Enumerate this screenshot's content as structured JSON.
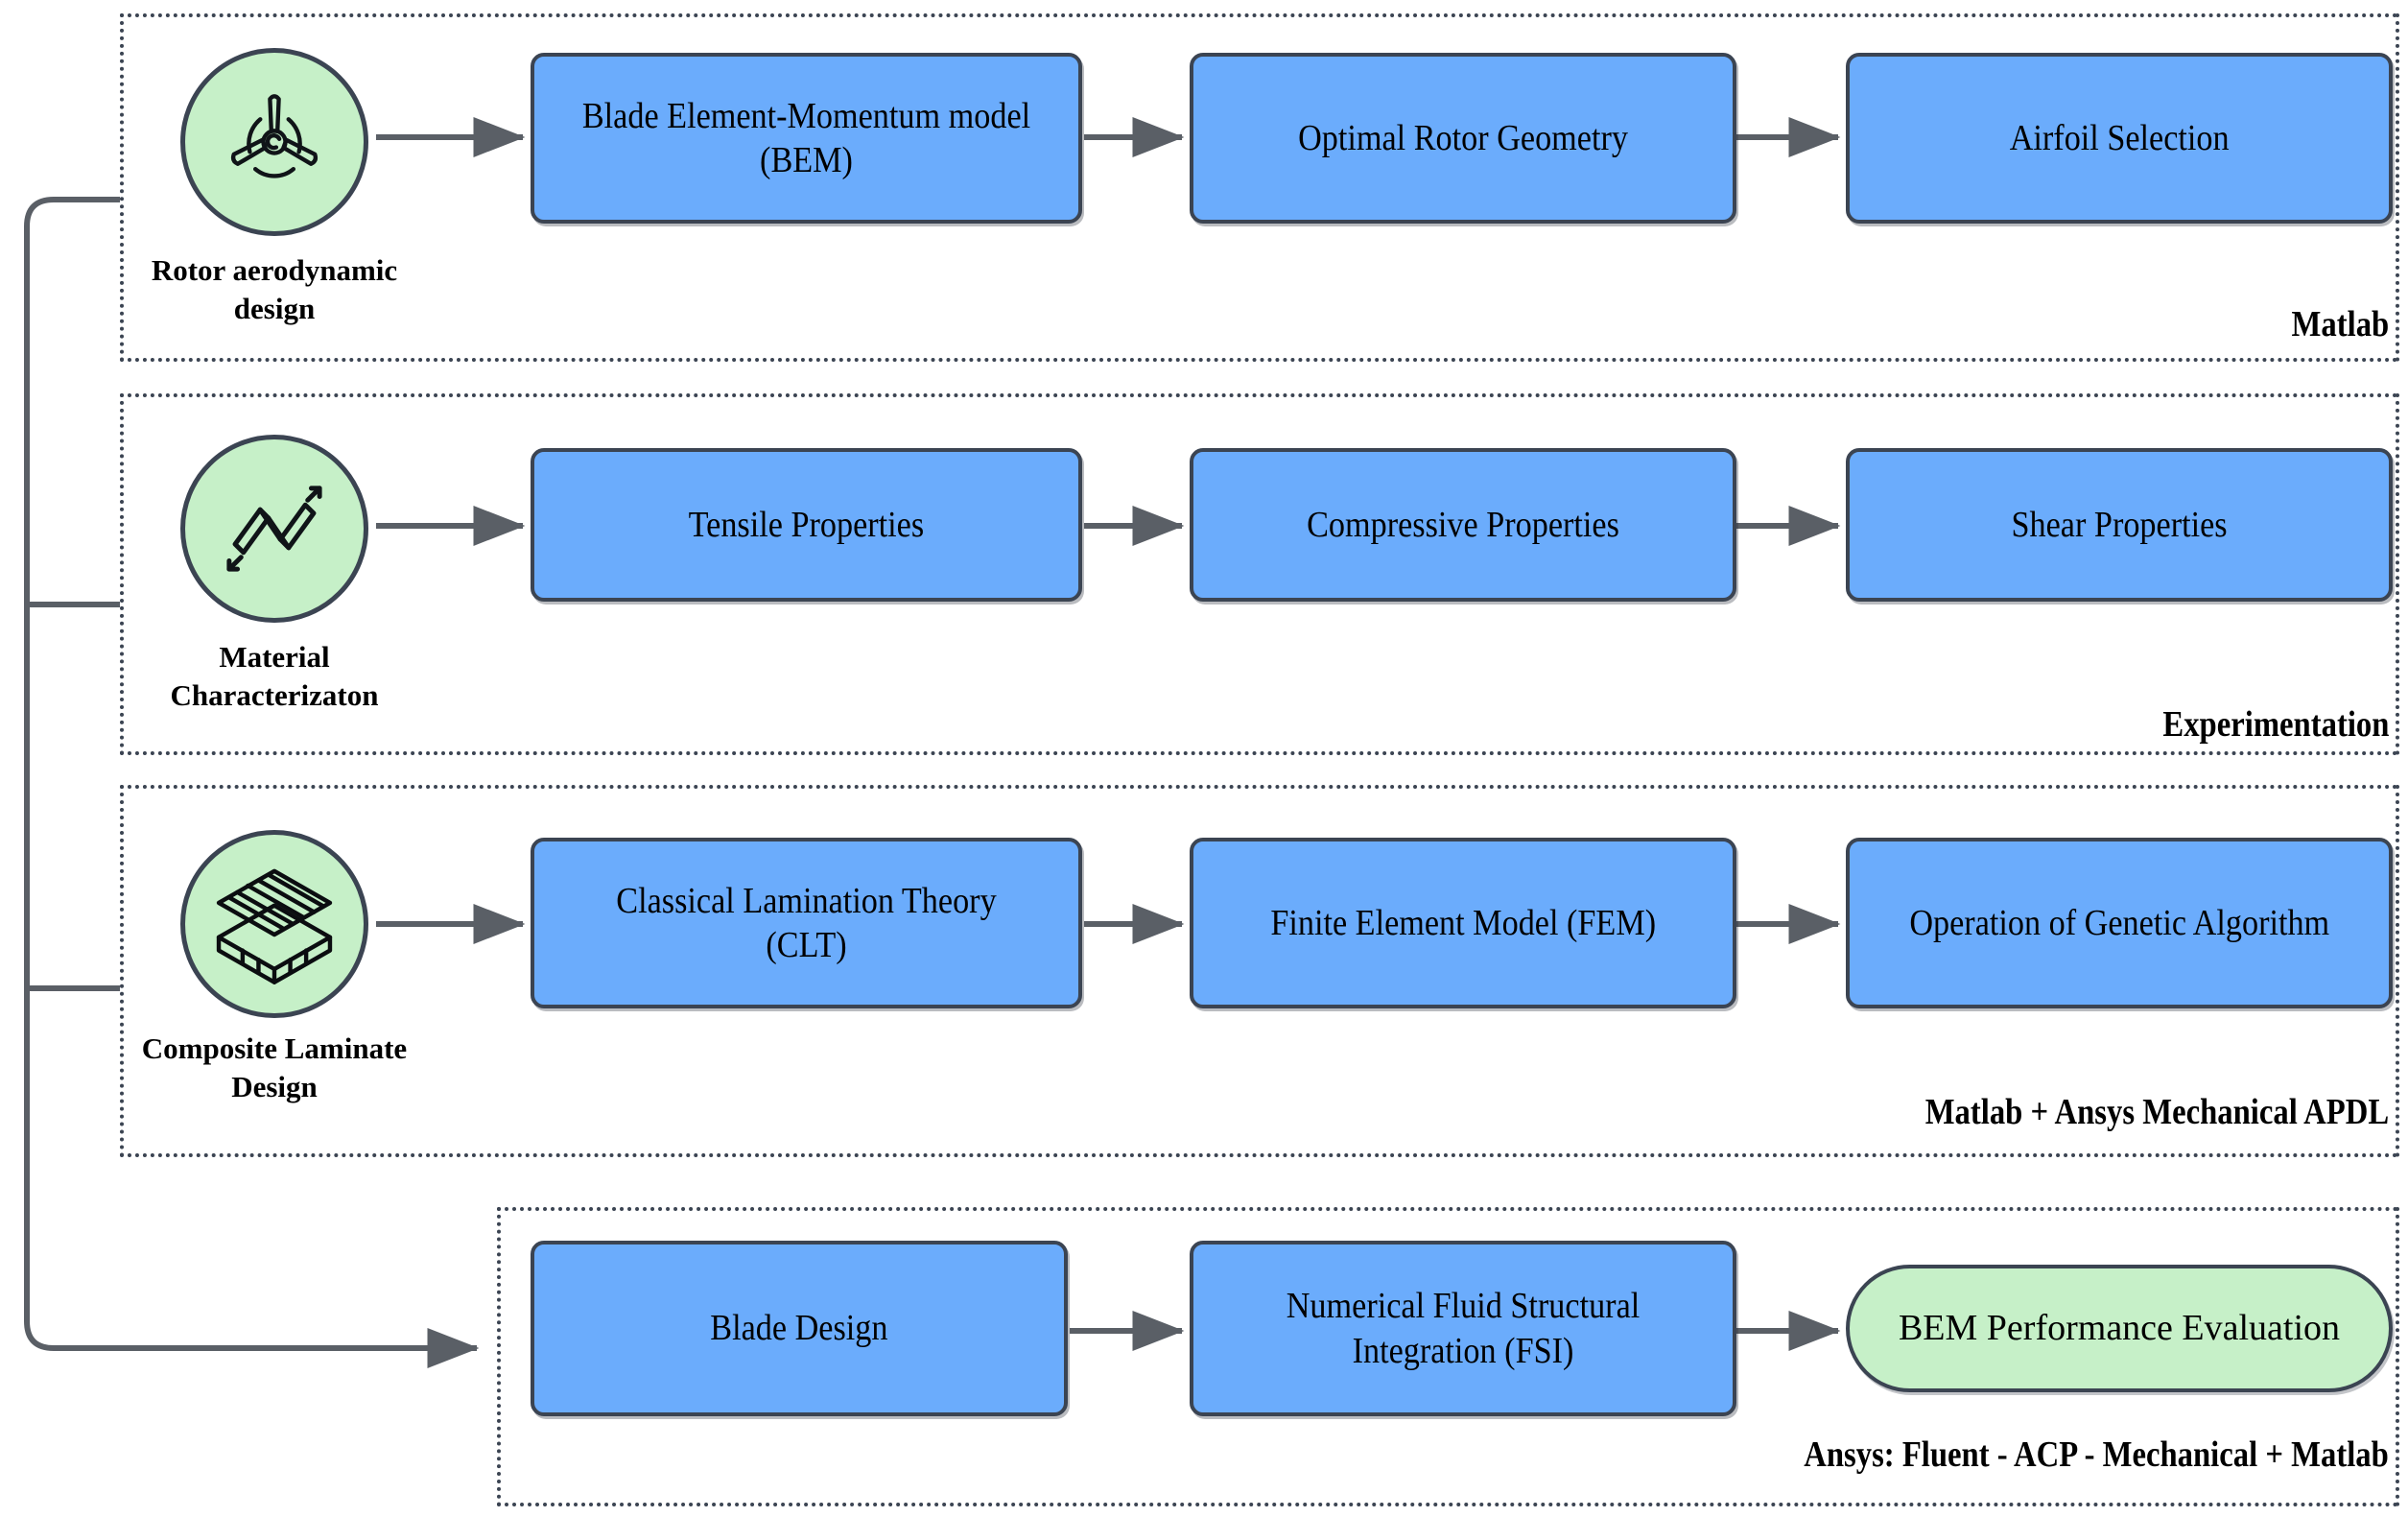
{
  "diagram": {
    "title": "Wind turbine blade design methodology flowchart",
    "colors": {
      "process_fill": "#6BACFC",
      "terminal_fill": "#C6F0C8",
      "icon_fill": "#C6F0C8",
      "stroke": "#3b4452",
      "connector": "#5a5f66",
      "text": "#000000",
      "background": "#ffffff"
    }
  },
  "groups": [
    {
      "id": "rotor-aerodynamic-design",
      "caption": "Matlab",
      "stage": {
        "label": "Rotor aerodynamic\ndesign",
        "icon": "wind-turbine-icon"
      },
      "steps": [
        {
          "label": "Blade Element-Momentum model (BEM)"
        },
        {
          "label": "Optimal Rotor Geometry"
        },
        {
          "label": "Airfoil Selection"
        }
      ]
    },
    {
      "id": "material-characterization",
      "caption": "Experimentation",
      "stage": {
        "label": "Material\nCharacterizaton",
        "icon": "tensile-specimen-icon"
      },
      "steps": [
        {
          "label": "Tensile Properties"
        },
        {
          "label": "Compressive Properties"
        },
        {
          "label": "Shear Properties"
        }
      ]
    },
    {
      "id": "composite-laminate-design",
      "caption": "Matlab + Ansys Mechanical APDL",
      "stage": {
        "label": "Composite Laminate\nDesign",
        "icon": "composite-layers-icon"
      },
      "steps": [
        {
          "label": "Classical Lamination Theory (CLT)"
        },
        {
          "label": "Finite Element Model (FEM)"
        },
        {
          "label": "Operation of Genetic Algorithm"
        }
      ]
    },
    {
      "id": "integration-evaluation",
      "caption": "Ansys: Fluent - ACP - Mechanical + Matlab",
      "stage": null,
      "steps": [
        {
          "label": "Blade Design"
        },
        {
          "label": "Numerical Fluid Structural Integration (FSI)"
        },
        {
          "label": "BEM Performance Evaluation",
          "shape": "pill"
        }
      ]
    }
  ]
}
